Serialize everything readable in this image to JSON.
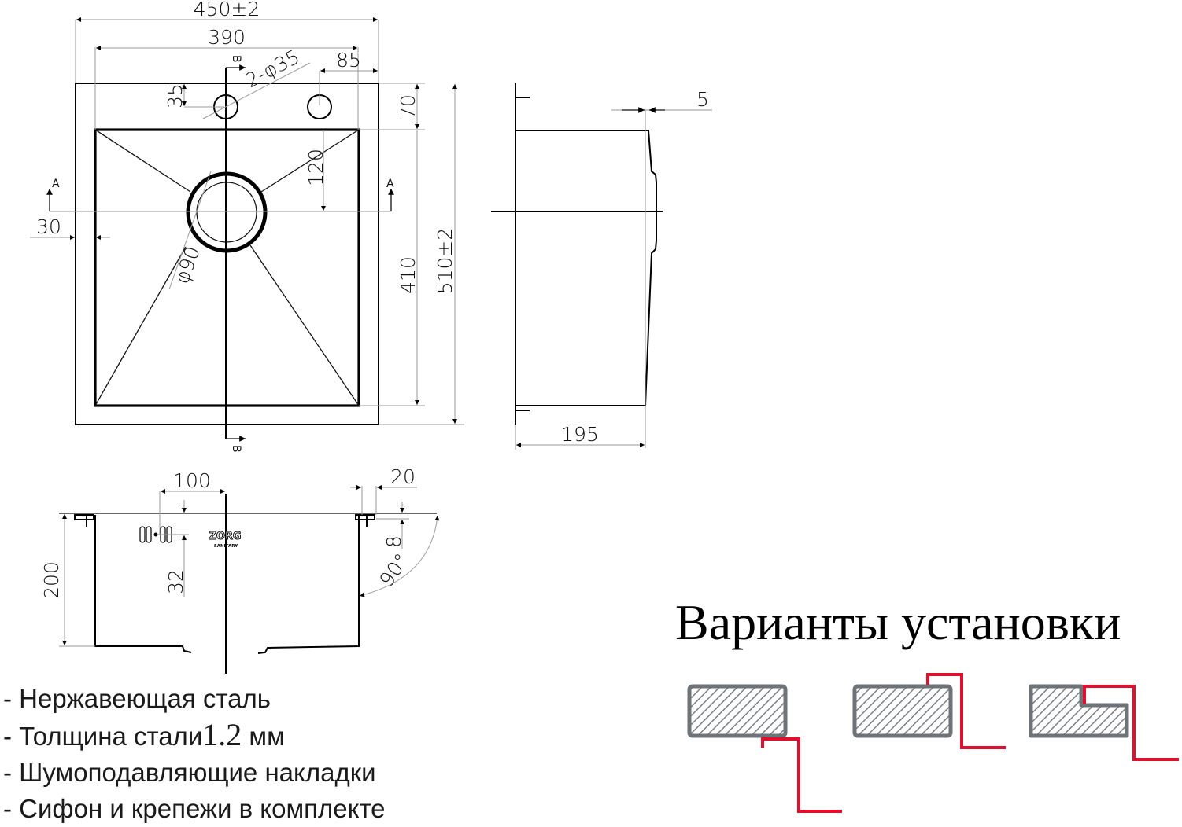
{
  "top_view": {
    "dims": {
      "overall_width": "450±2",
      "bowl_width": "390",
      "tap_holes": "2-φ35",
      "tap_offset_right": "85",
      "tap_offset_top": "35",
      "rim_top": "70",
      "drain_offset": "120",
      "side_margin": "30",
      "drain_diameter": "φ90",
      "bowl_length": "410",
      "overall_length": "510±2"
    },
    "section_marks": {
      "a_left": "A",
      "a_right": "A",
      "b_top": "B",
      "b_bottom": "B"
    }
  },
  "side_view": {
    "dims": {
      "slope": "5",
      "depth": "195"
    }
  },
  "section_view": {
    "dims": {
      "overflow_offset": "100",
      "flange": "20",
      "flange_thickness": "8",
      "overflow_height": "32",
      "depth": "200",
      "angle": "90°"
    },
    "logo": {
      "brand": "ZORG",
      "sub": "SANITARY"
    }
  },
  "features": [
    {
      "prefix": "- ",
      "text": "Нержавеющая сталь"
    },
    {
      "prefix": "- ",
      "text": "Толщина стали",
      "value": "1.2",
      "unit": " мм"
    },
    {
      "prefix": "- ",
      "text": "Шумоподавляющие накладки"
    },
    {
      "prefix": "- ",
      "text": "Сифон и крепежи в комплекте"
    }
  ],
  "installation": {
    "title": "Варианты установки",
    "options": [
      "undermount",
      "overmount",
      "flush-mount"
    ],
    "colors": {
      "sink_profile": "#e0102e",
      "countertop": "#6e7378"
    }
  }
}
